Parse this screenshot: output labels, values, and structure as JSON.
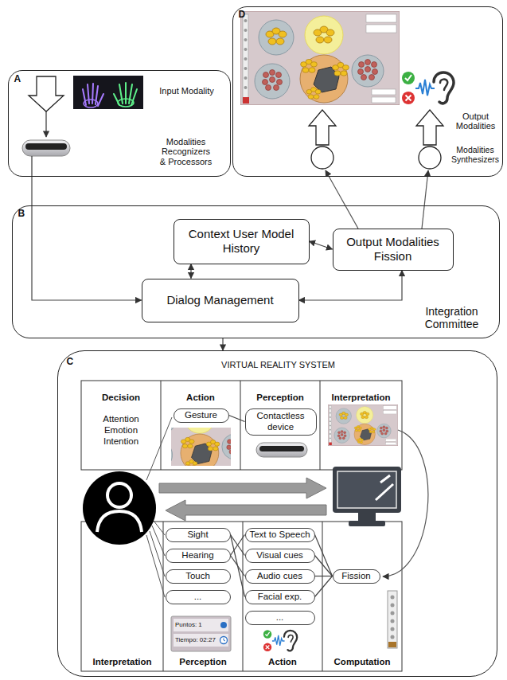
{
  "diagram": {
    "nodes": [
      {
        "text": [
          "A",
          "Input Modality",
          "Modalities Recognizers & Processors"
        ]
      },
      {
        "text": [
          "D",
          "Output Modalities",
          "Modalities Synthesizers"
        ]
      },
      {
        "text": [
          "B",
          "Integration Committee"
        ]
      },
      {
        "text": [
          "Context User Model History"
        ],
        "in": 2
      },
      {
        "text": [
          "Output Modalities Fission"
        ],
        "in": 2
      },
      {
        "text": [
          "Dialog Management"
        ],
        "in": 2
      },
      {
        "text": [
          "C",
          "VIRTUAL REALITY SYSTEM"
        ]
      },
      {
        "text": [
          "Gesture"
        ],
        "in": 6
      },
      {
        "text": [
          "Contactless device"
        ],
        "in": 6
      },
      {
        "text": [
          "Sight"
        ],
        "in": 6
      },
      {
        "text": [
          "Hearing"
        ],
        "in": 6
      },
      {
        "text": [
          "Touch"
        ],
        "in": 6
      },
      {
        "text": [
          "..."
        ],
        "in": 6
      },
      {
        "text": [
          "Text to Speech"
        ],
        "in": 6
      },
      {
        "text": [
          "Visual cues"
        ],
        "in": 6
      },
      {
        "text": [
          "Audio cues"
        ],
        "in": 6
      },
      {
        "text": [
          "Facial exp."
        ],
        "in": 6
      },
      {
        "text": [
          "..."
        ],
        "in": 6
      },
      {
        "text": [
          "Fission"
        ],
        "in": 6
      }
    ],
    "edges": [
      {
        "from": 0,
        "to": 5,
        "arrow": "to"
      },
      {
        "from": 3,
        "to": 5,
        "arrow": "both"
      },
      {
        "from": 3,
        "to": 4,
        "arrow": "both"
      },
      {
        "from": 5,
        "to": 4,
        "arrow": "both"
      },
      {
        "from": 2,
        "to": 6,
        "arrow": "to"
      },
      {
        "from": 7,
        "to": 8,
        "arrow": "none"
      },
      {
        "from": 9,
        "to": 14,
        "arrow": "none"
      },
      {
        "from": 9,
        "to": 16,
        "arrow": "none"
      },
      {
        "from": 10,
        "to": 13,
        "arrow": "none"
      },
      {
        "from": 10,
        "to": 15,
        "arrow": "none"
      },
      {
        "from": 18,
        "to": 13,
        "arrow": "none"
      },
      {
        "from": 18,
        "to": 14,
        "arrow": "none"
      },
      {
        "from": 18,
        "to": 15,
        "arrow": "none"
      },
      {
        "from": 18,
        "to": 16,
        "arrow": "none"
      }
    ],
    "labels": [
      "Decision",
      "Attention Emotion Intention",
      "Action",
      "Perception",
      "Interpretation",
      "Puntos: 1",
      "Tiempo: 02:27",
      "Interpretation",
      "Perception",
      "Action",
      "Computation"
    ]
  }
}
